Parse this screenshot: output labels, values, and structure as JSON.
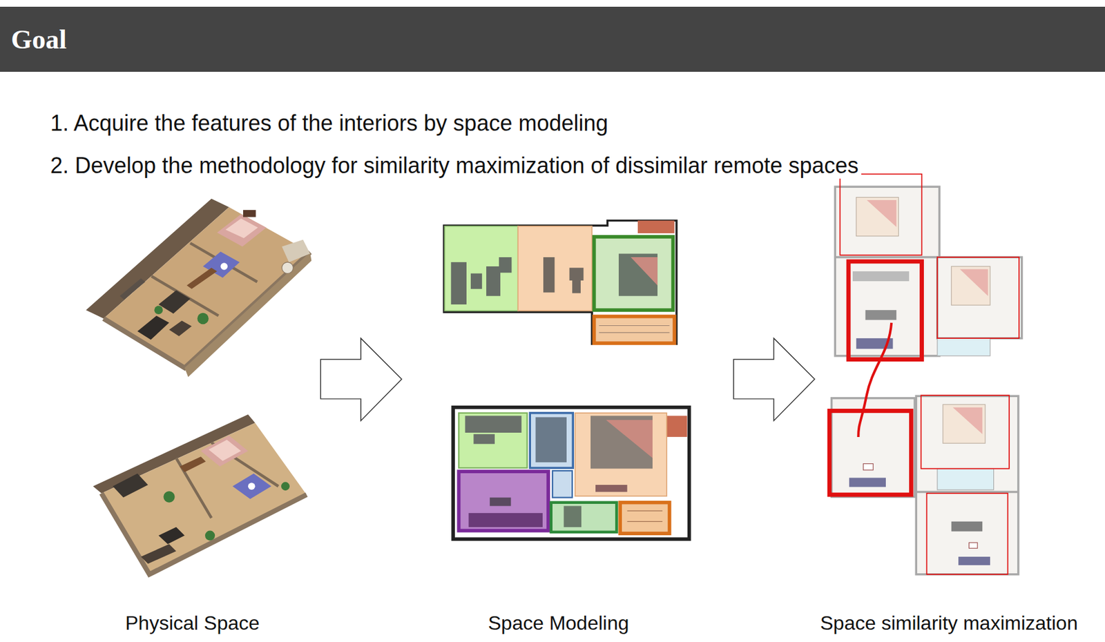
{
  "diagram": {
    "title": "Goal",
    "labels": [
      "1. Acquire the features of the interiors by space modeling",
      "2. Develop the methodology for similarity maximization of dissimilar remote spaces",
      "Physical Space",
      "Space Modeling",
      "Space similarity maximization"
    ]
  }
}
